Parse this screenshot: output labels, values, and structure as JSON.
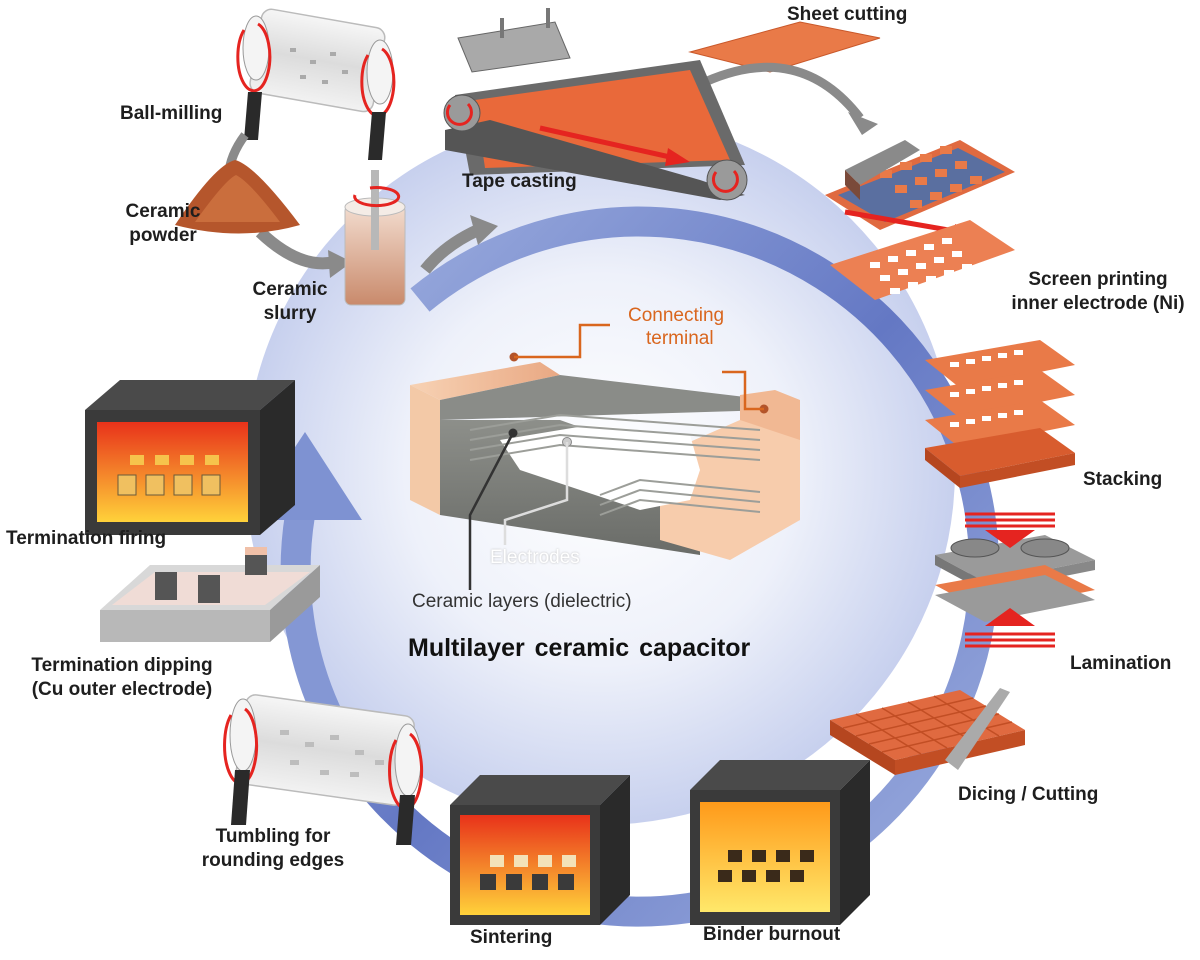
{
  "title": "Multilayer  ceramic capacitor",
  "annotations": {
    "connecting_terminal": [
      "Connecting",
      "terminal"
    ],
    "electrodes": "Electrodes",
    "ceramic_layers": "Ceramic layers (dielectric)"
  },
  "steps": {
    "sheet_cutting": [
      "Sheet cutting"
    ],
    "ball_milling": [
      "Ball-milling"
    ],
    "tape_casting": [
      "Tape casting"
    ],
    "ceramic_powder": [
      "Ceramic",
      "powder"
    ],
    "ceramic_slurry": [
      "Ceramic",
      "slurry"
    ],
    "screen_printing": [
      "Screen printing",
      "inner electrode (Ni)"
    ],
    "stacking": [
      "Stacking"
    ],
    "lamination": [
      "Lamination"
    ],
    "dicing": [
      "Dicing / Cutting"
    ],
    "termination_firing": [
      "Termination firing"
    ],
    "termination_dipping": [
      "Termination dipping",
      "(Cu outer electrode)"
    ],
    "tumbling": [
      "Tumbling for",
      "rounding edges"
    ],
    "sintering": [
      "Sintering"
    ],
    "binder_burnout": [
      "Binder burnout"
    ]
  },
  "colors": {
    "cycle_arrow": "#6f84c9",
    "ceramic_orange": "#e8683a",
    "terminal": "#f2c2a0",
    "annotation_orange": "#d9661e",
    "furnace_shell": "#3a3a3a",
    "arrow_red": "#e52420"
  }
}
